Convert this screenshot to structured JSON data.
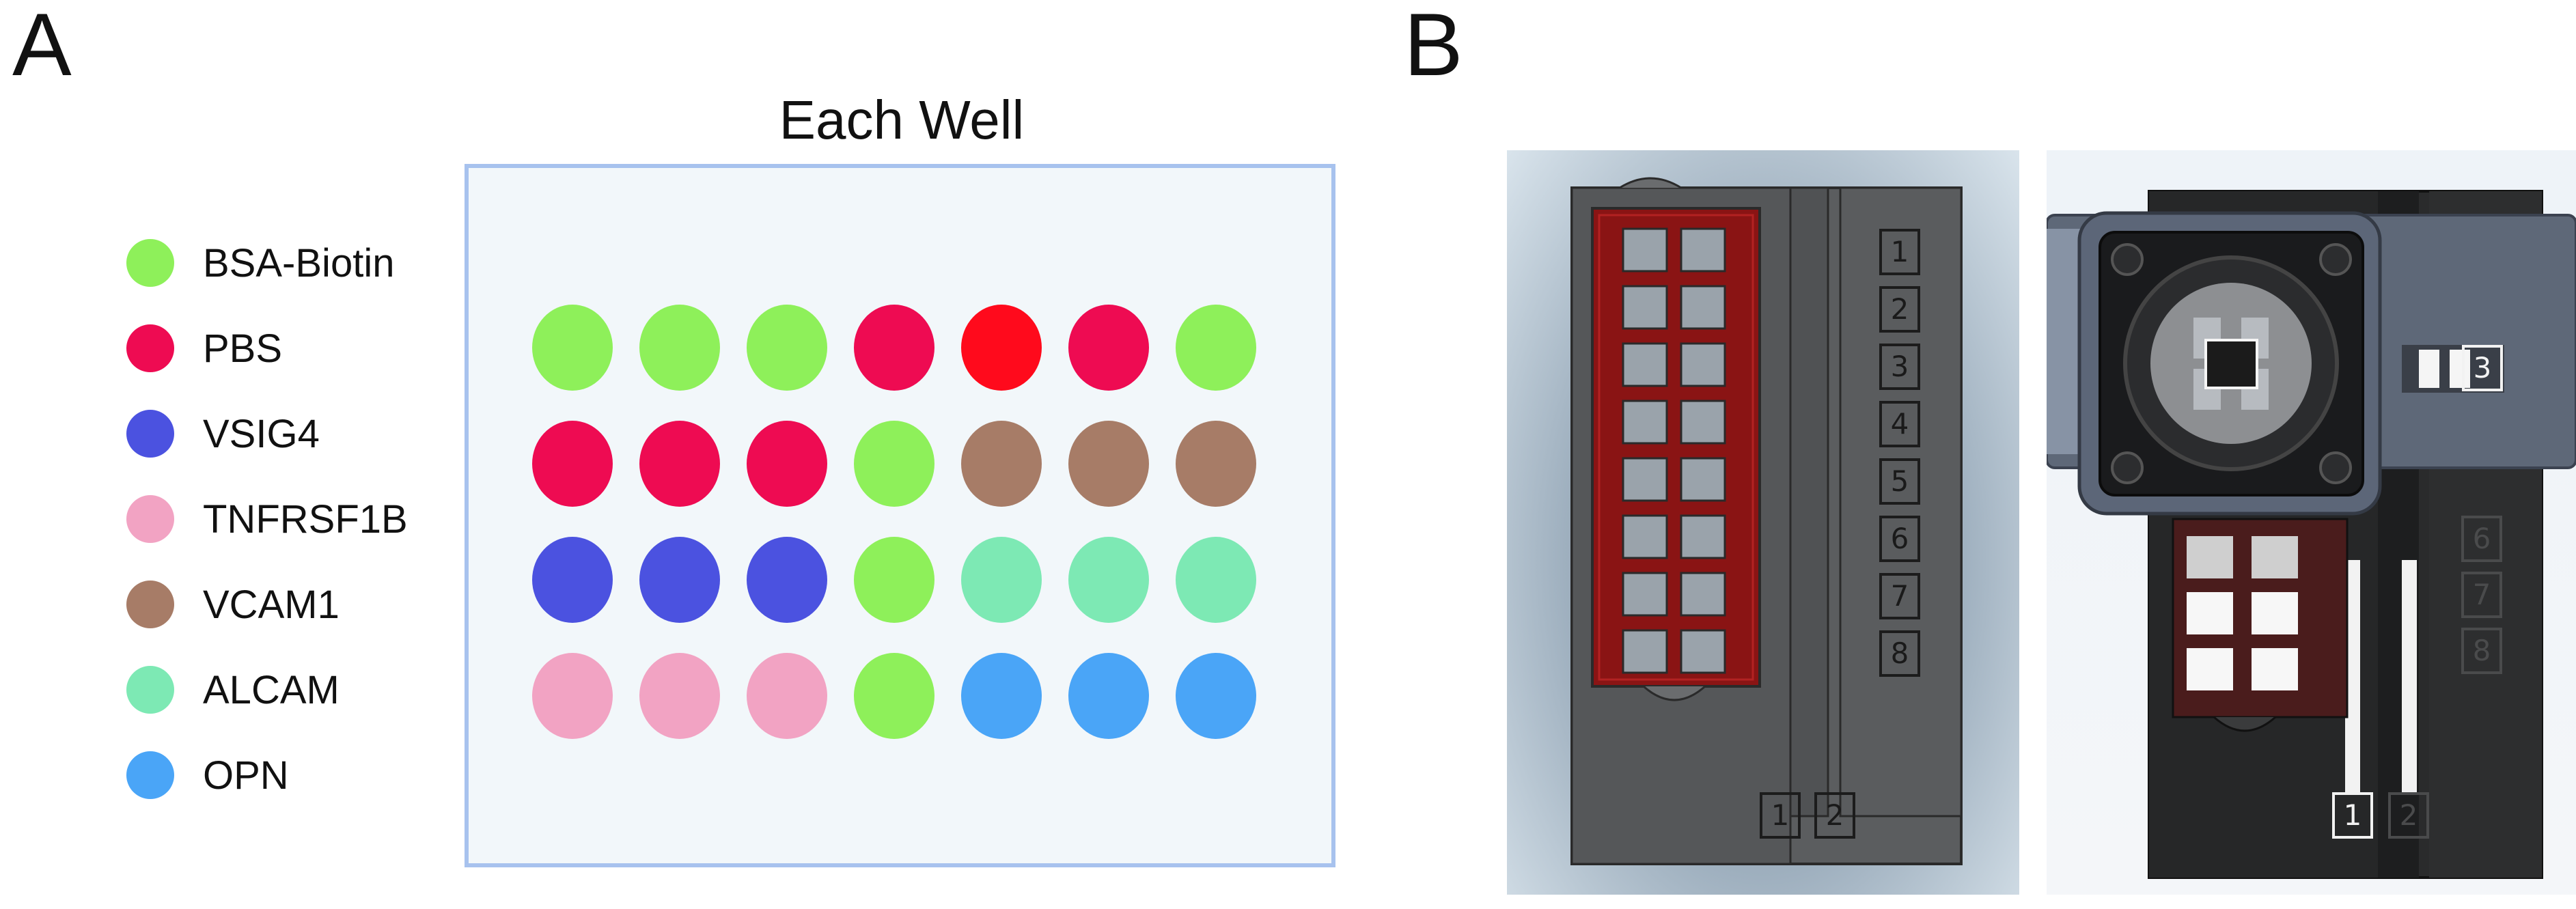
{
  "panels": {
    "a_label": "A",
    "b_label": "B"
  },
  "well": {
    "title": "Each Well"
  },
  "legend": [
    {
      "label": "BSA-Biotin",
      "color": "#8ef05a"
    },
    {
      "label": "PBS",
      "color": "#ee0b52"
    },
    {
      "label": "VSIG4",
      "color": "#4b52e0"
    },
    {
      "label": "TNFRSF1B",
      "color": "#f2a3c3"
    },
    {
      "label": "VCAM1",
      "color": "#a77c67"
    },
    {
      "label": "ALCAM",
      "color": "#7de9b4"
    },
    {
      "label": "OPN",
      "color": "#4aa5f7"
    }
  ],
  "spot_colors": {
    "bsa": "#8ef05a",
    "pbs": "#ee0b52",
    "pbs_bright": "#ff0a1c",
    "vsig4": "#4b52e0",
    "tnfrsf1b": "#f2a3c3",
    "vcam1": "#a77c67",
    "alcam": "#7de9b4",
    "opn": "#4aa5f7"
  },
  "spot_grid": [
    [
      "bsa",
      "bsa",
      "bsa",
      "pbs",
      "pbs_bright",
      "pbs",
      "bsa"
    ],
    [
      "pbs",
      "pbs",
      "pbs",
      "bsa",
      "vcam1",
      "vcam1",
      "vcam1"
    ],
    [
      "vsig4",
      "vsig4",
      "vsig4",
      "bsa",
      "alcam",
      "alcam",
      "alcam"
    ],
    [
      "tnfrsf1b",
      "tnfrsf1b",
      "tnfrsf1b",
      "bsa",
      "opn",
      "opn",
      "opn"
    ]
  ],
  "photo_left": {
    "row_numbers": [
      "1",
      "2",
      "3",
      "4",
      "5",
      "6",
      "7",
      "8"
    ],
    "column_numbers": [
      "1",
      "2"
    ]
  },
  "photo_right": {
    "row_numbers_visible": [
      "3",
      "6",
      "7",
      "8"
    ],
    "column_numbers": [
      "1",
      "2"
    ]
  }
}
